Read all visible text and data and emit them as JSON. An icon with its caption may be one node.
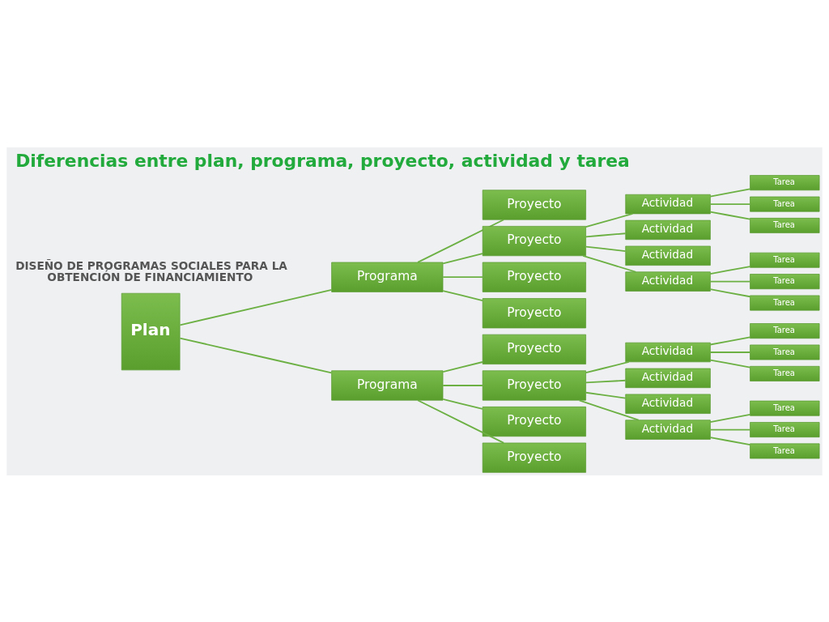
{
  "diagram": {
    "title": "Diferencias entre plan, programa, proyecto, actividad y tarea",
    "nodes": [
      {
        "text": [
          "Plan"
        ]
      },
      {
        "text": [
          "Programa"
        ]
      },
      {
        "text": [
          "Proyecto"
        ]
      },
      {
        "text": [
          "Proyecto"
        ]
      },
      {
        "text": [
          "Actividad"
        ]
      },
      {
        "text": [
          "Tarea"
        ]
      },
      {
        "text": [
          "Tarea"
        ]
      },
      {
        "text": [
          "Tarea"
        ]
      },
      {
        "text": [
          "Actividad"
        ]
      },
      {
        "text": [
          "Actividad"
        ]
      },
      {
        "text": [
          "Actividad"
        ]
      },
      {
        "text": [
          "Tarea"
        ]
      },
      {
        "text": [
          "Tarea"
        ]
      },
      {
        "text": [
          "Tarea"
        ]
      },
      {
        "text": [
          "Proyecto"
        ]
      },
      {
        "text": [
          "Proyecto"
        ]
      },
      {
        "text": [
          "Programa"
        ]
      },
      {
        "text": [
          "Proyecto"
        ]
      },
      {
        "text": [
          "Proyecto"
        ]
      },
      {
        "text": [
          "Actividad"
        ]
      },
      {
        "text": [
          "Tarea"
        ]
      },
      {
        "text": [
          "Tarea"
        ]
      },
      {
        "text": [
          "Tarea"
        ]
      },
      {
        "text": [
          "Actividad"
        ]
      },
      {
        "text": [
          "Actividad"
        ]
      },
      {
        "text": [
          "Actividad"
        ]
      },
      {
        "text": [
          "Tarea"
        ]
      },
      {
        "text": [
          "Tarea"
        ]
      },
      {
        "text": [
          "Tarea"
        ]
      },
      {
        "text": [
          "Proyecto"
        ]
      },
      {
        "text": [
          "Proyecto"
        ]
      }
    ],
    "edges": [
      {
        "from": 0,
        "to": 1,
        "arrow": "none"
      },
      {
        "from": 1,
        "to": 2,
        "arrow": "none"
      },
      {
        "from": 1,
        "to": 3,
        "arrow": "none"
      },
      {
        "from": 3,
        "to": 4,
        "arrow": "none"
      },
      {
        "from": 4,
        "to": 5,
        "arrow": "none"
      },
      {
        "from": 4,
        "to": 6,
        "arrow": "none"
      },
      {
        "from": 4,
        "to": 7,
        "arrow": "none"
      },
      {
        "from": 3,
        "to": 8,
        "arrow": "none"
      },
      {
        "from": 3,
        "to": 9,
        "arrow": "none"
      },
      {
        "from": 3,
        "to": 10,
        "arrow": "none"
      },
      {
        "from": 10,
        "to": 11,
        "arrow": "none"
      },
      {
        "from": 10,
        "to": 12,
        "arrow": "none"
      },
      {
        "from": 10,
        "to": 13,
        "arrow": "none"
      },
      {
        "from": 1,
        "to": 14,
        "arrow": "none"
      },
      {
        "from": 1,
        "to": 15,
        "arrow": "none"
      },
      {
        "from": 0,
        "to": 16,
        "arrow": "none"
      },
      {
        "from": 16,
        "to": 17,
        "arrow": "none"
      },
      {
        "from": 16,
        "to": 18,
        "arrow": "none"
      },
      {
        "from": 18,
        "to": 19,
        "arrow": "none"
      },
      {
        "from": 19,
        "to": 20,
        "arrow": "none"
      },
      {
        "from": 19,
        "to": 21,
        "arrow": "none"
      },
      {
        "from": 19,
        "to": 22,
        "arrow": "none"
      },
      {
        "from": 18,
        "to": 23,
        "arrow": "none"
      },
      {
        "from": 18,
        "to": 24,
        "arrow": "none"
      },
      {
        "from": 18,
        "to": 25,
        "arrow": "none"
      },
      {
        "from": 25,
        "to": 26,
        "arrow": "none"
      },
      {
        "from": 25,
        "to": 27,
        "arrow": "none"
      },
      {
        "from": 25,
        "to": 28,
        "arrow": "none"
      },
      {
        "from": 16,
        "to": 29,
        "arrow": "none"
      },
      {
        "from": 16,
        "to": 30,
        "arrow": "none"
      }
    ],
    "labels": [
      "DISEÑO DE PROGRAMAS SOCIALES PARA LA OBTENCIÓN DE FINANCIAMIENTO"
    ]
  }
}
